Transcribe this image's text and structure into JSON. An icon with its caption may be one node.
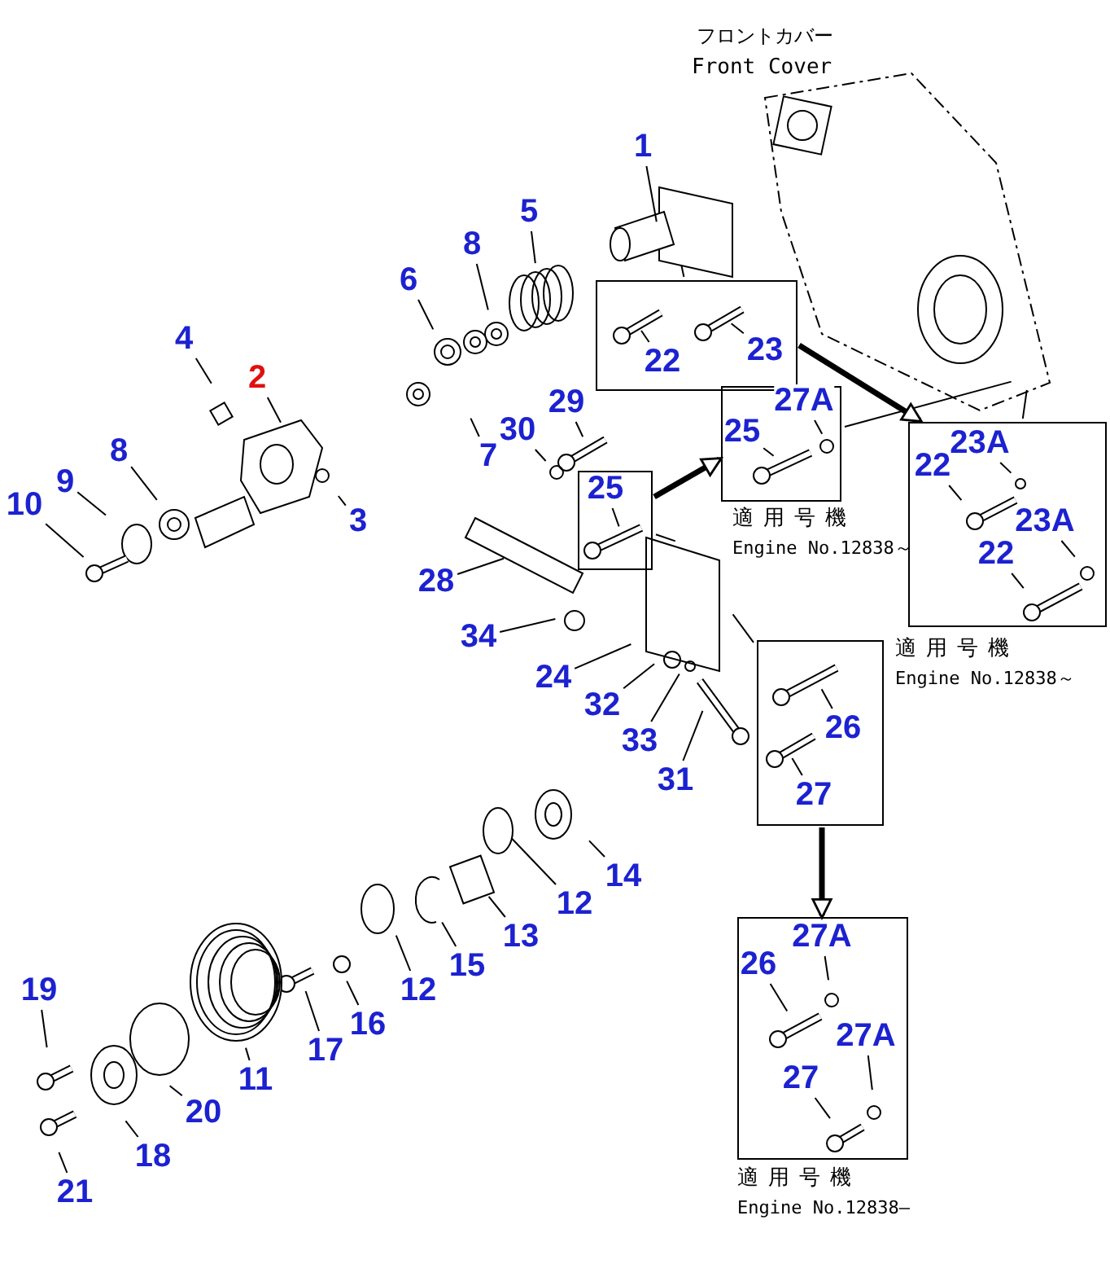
{
  "diagram": {
    "nodes": [
      {
        "text": [],
        "shape": "box"
      },
      {
        "text": [
          "1"
        ]
      },
      {
        "text": [
          "5"
        ]
      },
      {
        "text": [
          "8"
        ]
      },
      {
        "text": [
          "6"
        ]
      },
      {
        "text": [
          "22"
        ],
        "in": 0
      },
      {
        "text": [
          "23"
        ],
        "in": 0
      },
      {
        "text": [
          "4"
        ]
      },
      {
        "text": [
          "2"
        ]
      },
      {
        "text": [],
        "shape": "box",
        "beside": [
          "適用号機",
          "Engine No.12838～"
        ]
      },
      {
        "text": [
          "27A"
        ],
        "in": 9
      },
      {
        "text": [
          "25"
        ],
        "in": 9
      },
      {
        "text": [
          "29"
        ]
      },
      {
        "text": [
          "30"
        ]
      },
      {
        "text": [
          "7"
        ]
      },
      {
        "text": [
          "8"
        ]
      },
      {
        "text": [
          "9"
        ]
      },
      {
        "text": [],
        "shape": "box",
        "beside": [
          "適用号機",
          "Engine No.12838～"
        ]
      },
      {
        "text": [
          "23A"
        ],
        "in": 17
      },
      {
        "text": [
          "22"
        ],
        "in": 17
      },
      {
        "text": [
          "23A"
        ],
        "in": 17
      },
      {
        "text": [
          "22"
        ],
        "in": 17
      },
      {
        "text": [
          "10"
        ]
      },
      {
        "text": [
          "3"
        ]
      },
      {
        "text": [],
        "shape": "box"
      },
      {
        "text": [
          "25"
        ],
        "in": 24
      },
      {
        "text": [
          "28"
        ]
      },
      {
        "text": [
          "34"
        ]
      },
      {
        "text": [
          "24"
        ]
      },
      {
        "text": [
          "32"
        ]
      },
      {
        "text": [
          "33"
        ]
      },
      {
        "text": [
          "31"
        ]
      },
      {
        "text": [],
        "shape": "box"
      },
      {
        "text": [
          "26"
        ],
        "in": 32
      },
      {
        "text": [
          "27"
        ],
        "in": 32
      },
      {
        "text": [
          "14"
        ]
      },
      {
        "text": [
          "12"
        ]
      },
      {
        "text": [
          "13"
        ]
      },
      {
        "text": [
          "15"
        ]
      },
      {
        "text": [
          "12"
        ]
      },
      {
        "text": [],
        "shape": "box",
        "beside": [
          "適用号機",
          "Engine No.12838—"
        ]
      },
      {
        "text": [
          "27A"
        ],
        "in": 40
      },
      {
        "text": [
          "26"
        ],
        "in": 40
      },
      {
        "text": [
          "27A"
        ],
        "in": 40
      },
      {
        "text": [
          "27"
        ],
        "in": 40
      },
      {
        "text": [
          "19"
        ]
      },
      {
        "text": [
          "16"
        ]
      },
      {
        "text": [
          "17"
        ]
      },
      {
        "text": [
          "11"
        ]
      },
      {
        "text": [
          "20"
        ]
      },
      {
        "text": [
          "18"
        ]
      },
      {
        "text": [
          "21"
        ]
      }
    ],
    "edges": [
      {
        "from": 1,
        "to": null,
        "arrow": "none"
      },
      {
        "from": 2,
        "to": null,
        "arrow": "none"
      },
      {
        "from": 3,
        "to": null,
        "arrow": "none"
      },
      {
        "from": 4,
        "to": null,
        "arrow": "none"
      },
      {
        "from": 5,
        "to": null,
        "arrow": "none"
      },
      {
        "from": 6,
        "to": null,
        "arrow": "none"
      },
      {
        "from": 7,
        "to": null,
        "arrow": "none"
      },
      {
        "from": 8,
        "to": null,
        "arrow": "none"
      },
      {
        "from": 10,
        "to": null,
        "arrow": "none"
      },
      {
        "from": 11,
        "to": null,
        "arrow": "none"
      },
      {
        "from": 12,
        "to": null,
        "arrow": "none"
      },
      {
        "from": 13,
        "to": null,
        "arrow": "none"
      },
      {
        "from": 14,
        "to": null,
        "arrow": "none"
      },
      {
        "from": 15,
        "to": null,
        "arrow": "none"
      },
      {
        "from": 16,
        "to": null,
        "arrow": "none"
      },
      {
        "from": 18,
        "to": null,
        "arrow": "none"
      },
      {
        "from": 19,
        "to": null,
        "arrow": "none"
      },
      {
        "from": 20,
        "to": null,
        "arrow": "none"
      },
      {
        "from": 21,
        "to": null,
        "arrow": "none"
      },
      {
        "from": 22,
        "to": null,
        "arrow": "none"
      },
      {
        "from": 23,
        "to": null,
        "arrow": "none"
      },
      {
        "from": 25,
        "to": null,
        "arrow": "none"
      },
      {
        "from": 26,
        "to": null,
        "arrow": "none"
      },
      {
        "from": 27,
        "to": null,
        "arrow": "none"
      },
      {
        "from": 28,
        "to": null,
        "arrow": "none"
      },
      {
        "from": 29,
        "to": null,
        "arrow": "none"
      },
      {
        "from": 30,
        "to": null,
        "arrow": "none"
      },
      {
        "from": 31,
        "to": null,
        "arrow": "none"
      },
      {
        "from": 33,
        "to": null,
        "arrow": "none"
      },
      {
        "from": 34,
        "to": null,
        "arrow": "none"
      },
      {
        "from": 35,
        "to": null,
        "arrow": "none"
      },
      {
        "from": 36,
        "to": null,
        "arrow": "none"
      },
      {
        "from": 37,
        "to": null,
        "arrow": "none"
      },
      {
        "from": 38,
        "to": null,
        "arrow": "none"
      },
      {
        "from": 39,
        "to": null,
        "arrow": "none"
      },
      {
        "from": 41,
        "to": null,
        "arrow": "none"
      },
      {
        "from": 42,
        "to": null,
        "arrow": "none"
      },
      {
        "from": 43,
        "to": null,
        "arrow": "none"
      },
      {
        "from": 44,
        "to": null,
        "arrow": "none"
      },
      {
        "from": 45,
        "to": null,
        "arrow": "none"
      },
      {
        "from": 46,
        "to": null,
        "arrow": "none"
      },
      {
        "from": 47,
        "to": null,
        "arrow": "none"
      },
      {
        "from": 48,
        "to": null,
        "arrow": "none"
      },
      {
        "from": 49,
        "to": null,
        "arrow": "none"
      },
      {
        "from": 50,
        "to": null,
        "arrow": "none"
      },
      {
        "from": 51,
        "to": null,
        "arrow": "none"
      },
      {
        "from": 0,
        "to": null,
        "arrow": "none"
      },
      {
        "from": 9,
        "to": null,
        "arrow": "none"
      },
      {
        "from": 17,
        "to": null,
        "arrow": "none"
      },
      {
        "from": 24,
        "to": null,
        "arrow": "none"
      },
      {
        "from": 32,
        "to": null,
        "arrow": "none"
      },
      {
        "from": 24,
        "to": 9,
        "arrow": "to",
        "style": "thick"
      },
      {
        "from": 0,
        "to": 17,
        "arrow": "to",
        "style": "thick"
      },
      {
        "from": 32,
        "to": 40,
        "arrow": "to",
        "style": "thick"
      }
    ],
    "labels": [
      "フロントカバー",
      "Front Cover"
    ]
  }
}
